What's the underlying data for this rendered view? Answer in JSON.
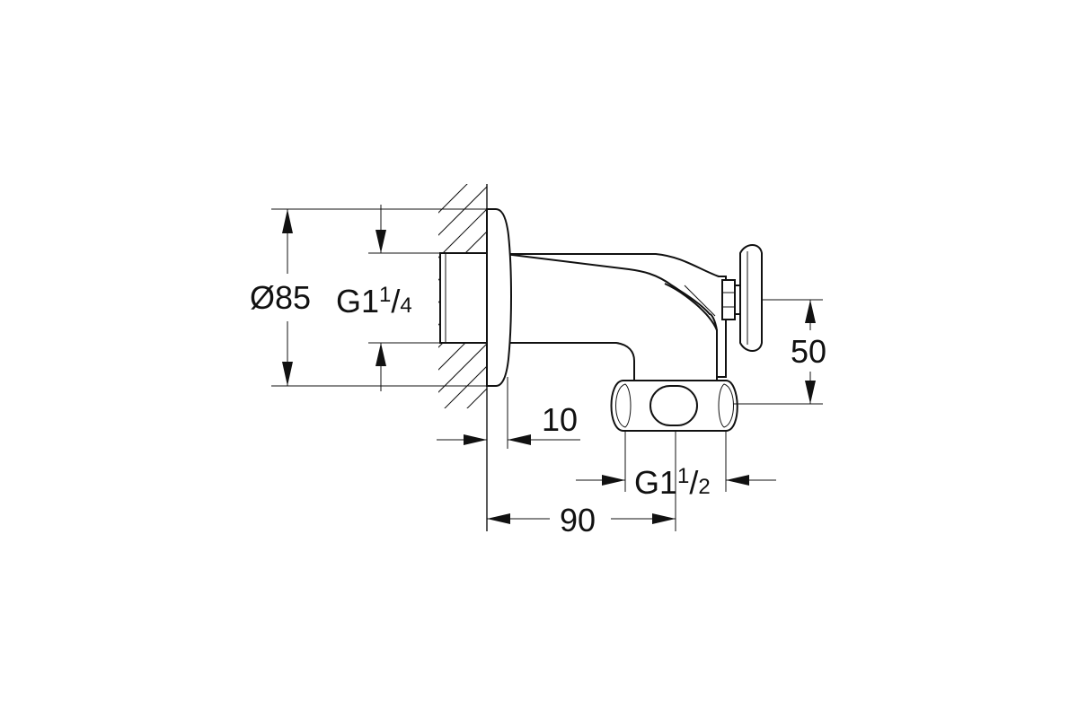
{
  "dimensions": {
    "diameter": "Ø85",
    "thread_inlet": {
      "base": "G1",
      "num": "1",
      "slash": "/",
      "den": "4"
    },
    "wall_offset": "10",
    "projection": "90",
    "height": "50",
    "thread_outlet": {
      "base": "G1",
      "num": "1",
      "slash": "/",
      "den": "2"
    }
  }
}
